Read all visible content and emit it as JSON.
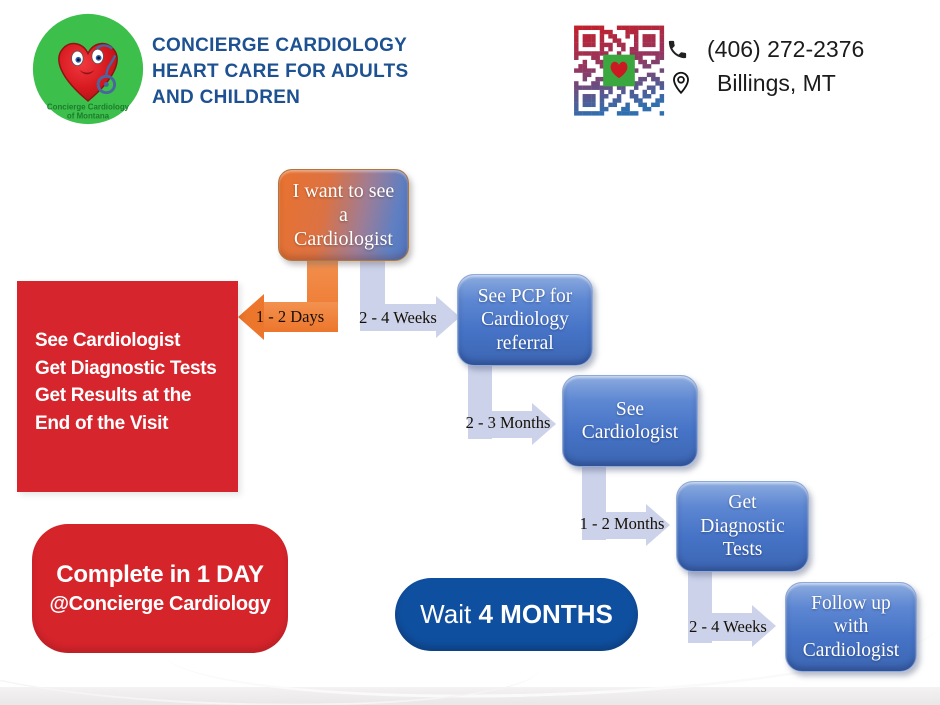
{
  "header": {
    "logo_text_lines": [
      "Concierge Cardiology",
      "of Montana"
    ],
    "title_lines": [
      "CONCIERGE CARDIOLOGY",
      "HEART CARE FOR ADULTS",
      "AND CHILDREN"
    ],
    "contact": {
      "phone": "(406) 272-2376",
      "location": "Billings, MT"
    }
  },
  "flowchart": {
    "start_box_lines": [
      "I want to see",
      "a",
      "Cardiologist"
    ],
    "concierge_path": {
      "arrow_label": "1 - 2 Days",
      "result_lines": [
        "See Cardiologist",
        "Get Diagnostic Tests",
        "Get Results at the",
        "End of the Visit"
      ]
    },
    "traditional_path": {
      "steps": [
        {
          "arrow_label": "2 - 4 Weeks",
          "box_lines": [
            "See PCP for",
            "Cardiology",
            "referral"
          ]
        },
        {
          "arrow_label": "2 - 3 Months",
          "box_lines": [
            "See",
            "Cardiologist"
          ]
        },
        {
          "arrow_label": "1 - 2 Months",
          "box_lines": [
            "Get",
            "Diagnostic",
            "Tests"
          ]
        },
        {
          "arrow_label": "2 - 4 Weeks",
          "box_lines": [
            "Follow up",
            "with",
            "Cardiologist"
          ]
        }
      ]
    }
  },
  "badges": {
    "complete_line1": "Complete in 1 DAY",
    "complete_line2": "@Concierge Cardiology",
    "wait_prefix": "Wait",
    "wait_value": "4 MONTHS"
  },
  "colors": {
    "brand_red": "#d6252c",
    "brand_blue": "#0f4f9f",
    "flow_box_blue": "#4673c6",
    "flow_orange": "#ec762c",
    "flow_lavender": "#cbd2ea",
    "title_blue": "#1d5191",
    "logo_green": "#3cbf4b"
  }
}
